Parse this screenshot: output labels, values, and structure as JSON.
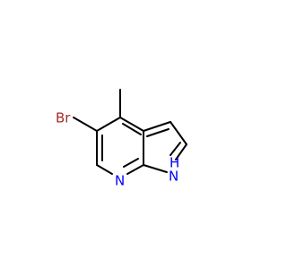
{
  "molecule": {
    "atoms": {
      "br": {
        "label": "Br",
        "color": "#a52a2a"
      },
      "n_pyridine": {
        "label": "N",
        "color": "#0000ff"
      },
      "nh": {
        "label": "H",
        "color": "#0000ff"
      },
      "n_pyrrole": {
        "label": "N",
        "color": "#0000ff"
      }
    },
    "bond_color": "#000000"
  }
}
